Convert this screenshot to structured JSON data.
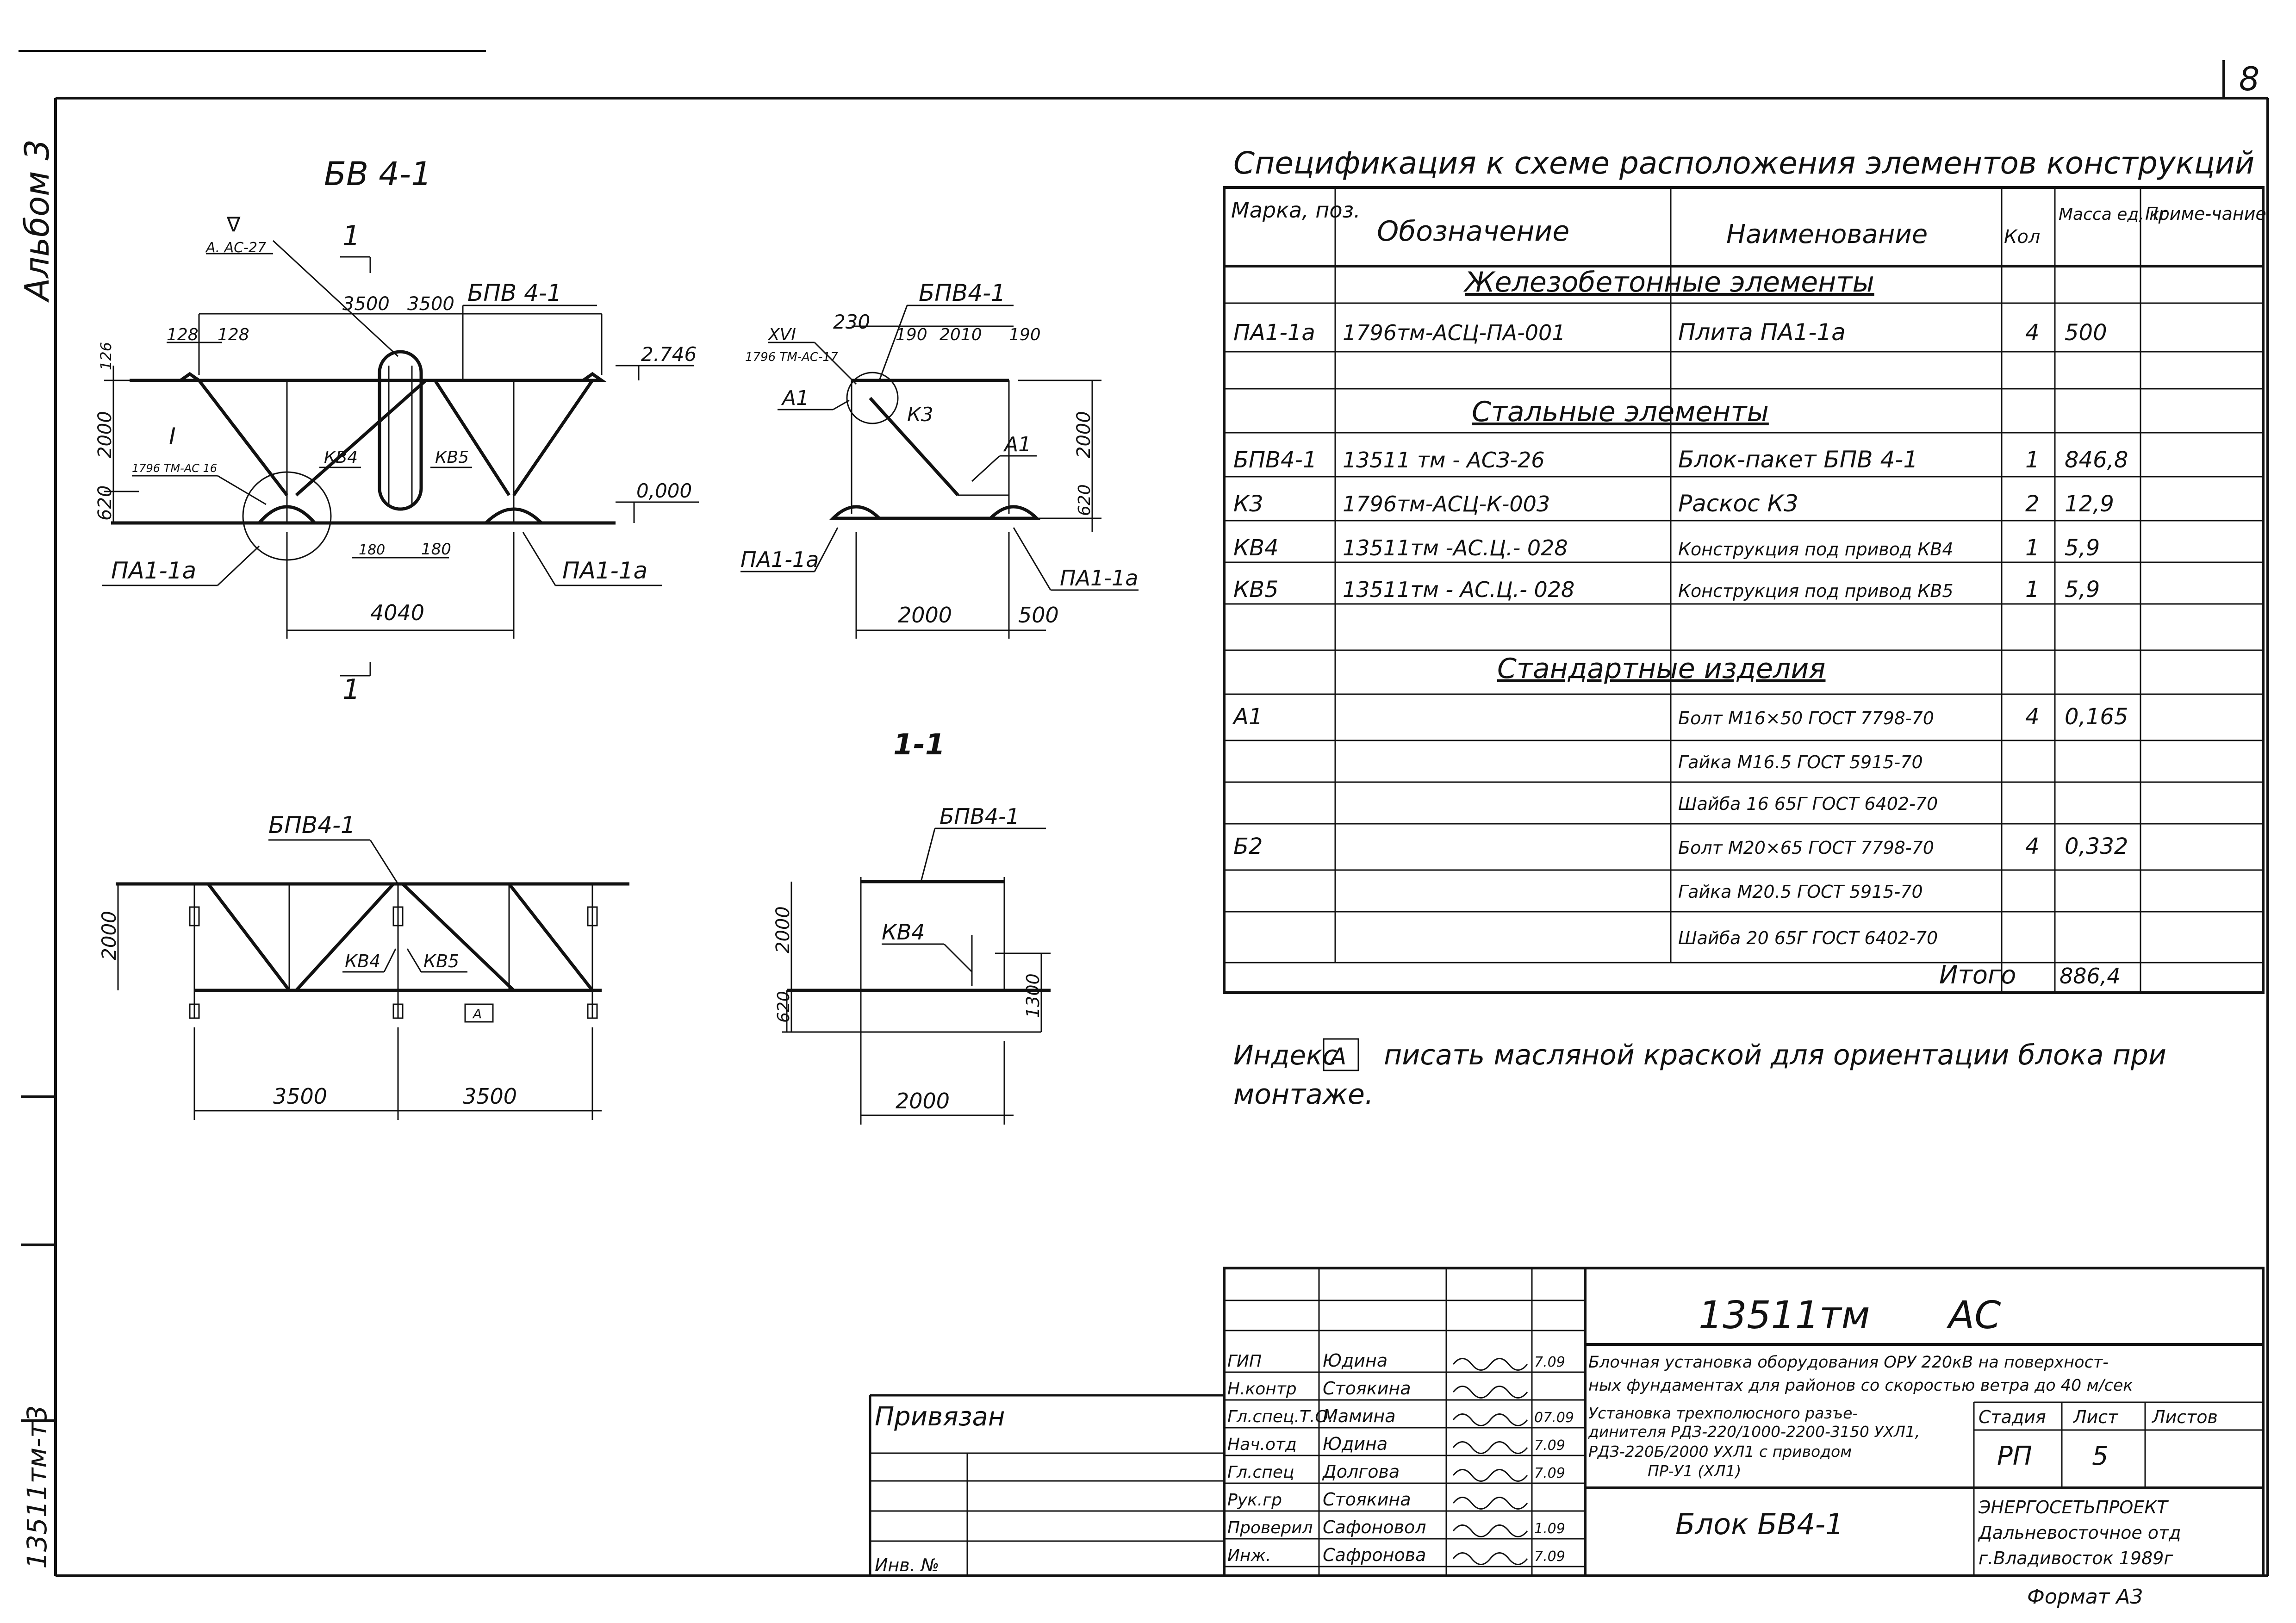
{
  "sheet": {
    "page_number": "8",
    "album": "Альбом 3",
    "code_side": "13511тм-т3",
    "inv_label": "Инв. №",
    "privyazan": "Привязан",
    "format": "Формат А3"
  },
  "left_drawing": {
    "title": "БВ 4-1",
    "section_mark": "1",
    "level_ref_mark": "∇",
    "level_ref_code": "А. АС-27",
    "dim_3500_a": "3500",
    "dim_3500_b": "3500",
    "label_bpv": "БПВ 4-1",
    "dim_128_a": "128",
    "dim_128_b": "128",
    "dim_126": "126",
    "dim_2000": "2000",
    "dim_620": "620",
    "level_2746": "2.746",
    "level_0000": "0,000",
    "label_kv4": "КВ4",
    "label_kv5": "КВ5",
    "ref_mark_I": "I",
    "ref_code_I": "1796 ТМ-АС 16",
    "dim_180_a": "180",
    "dim_180_b": "180",
    "label_pa_left": "ПА1-1а",
    "label_pa_right": "ПА1-1а",
    "dim_4040": "4040"
  },
  "middle_drawing": {
    "label_bpv": "БПВ4-1",
    "ref_mark": "XVI",
    "ref_code": "1796 ТМ-АС-17",
    "dim_230": "230",
    "dim_190_a": "190",
    "dim_2010": "2010",
    "dim_190_b": "190",
    "label_a1_left": "А1",
    "label_a1_right": "А1",
    "label_k3": "К3",
    "dim_2000_v": "2000",
    "dim_620_v": "620",
    "label_pa_left": "ПА1-1а",
    "label_pa_right": "ПА1-1а",
    "dim_2000_h": "2000",
    "dim_500": "500",
    "section_title": "1-1"
  },
  "bottom_left_drawing": {
    "label_bpv": "БПВ4-1",
    "label_kv4": "КВ4",
    "label_kv5": "КВ5",
    "index_mark": "А",
    "dim_2000": "2000",
    "dim_3500_a": "3500",
    "dim_3500_b": "3500"
  },
  "bottom_mid_drawing": {
    "label_bpv": "БПВ4-1",
    "label_kv4": "КВ4",
    "dim_2000": "2000",
    "dim_620": "620",
    "dim_1300": "1300",
    "dim_2000_h": "2000"
  },
  "spec": {
    "title": "Спецификация к схеме расположения элементов конструкций",
    "headers": [
      "Марка, поз.",
      "Обозначение",
      "Наименование",
      "Кол",
      "Масса ед, кг",
      "Приме-чание"
    ],
    "section_rc": "Железобетонные элементы",
    "section_steel": "Стальные элементы",
    "section_std": "Стандартные изделия",
    "rows_rc": [
      [
        "ПА1-1а",
        "1796тм-АСЦ-ПА-001",
        "Плита ПА1-1а",
        "4",
        "500",
        ""
      ]
    ],
    "rows_steel": [
      [
        "БПВ4-1",
        "13511 тм - АСЗ-26",
        "Блок-пакет БПВ 4-1",
        "1",
        "846,8",
        ""
      ],
      [
        "К3",
        "1796тм-АСЦ-К-003",
        "Раскос К3",
        "2",
        "12,9",
        ""
      ],
      [
        "КВ4",
        "13511тм -АС.Ц.- 028",
        "Конструкция под привод КВ4",
        "1",
        "5,9",
        ""
      ],
      [
        "КВ5",
        "13511тм - АС.Ц.- 028",
        "Конструкция под привод КВ5",
        "1",
        "5,9",
        ""
      ]
    ],
    "rows_std": [
      [
        "А1",
        "",
        "Болт М16×50 ГОСТ 7798-70",
        "4",
        "0,165",
        ""
      ],
      [
        "",
        "",
        "Гайка М16.5 ГОСТ 5915-70",
        "",
        "",
        ""
      ],
      [
        "",
        "",
        "Шайба 16 65Г ГОСТ 6402-70",
        "",
        "",
        ""
      ],
      [
        "Б2",
        "",
        "Болт М20×65 ГОСТ 7798-70",
        "4",
        "0,332",
        ""
      ],
      [
        "",
        "",
        "Гайка М20.5 ГОСТ 5915-70",
        "",
        "",
        ""
      ],
      [
        "",
        "",
        "Шайба 20 65Г ГОСТ 6402-70",
        "",
        "",
        ""
      ]
    ],
    "total_label": "Итого",
    "total_value": "886,4"
  },
  "note": {
    "prefix": "Индекс",
    "mark": "А",
    "line1": "писать масляной краской для ориентации блока при",
    "line2": "монтаже."
  },
  "stamp": {
    "code": "13511тм",
    "code_suffix": "АС",
    "desc1": "Блочная установка оборудования ОРУ 220кВ на поверхност-",
    "desc2": "ных фундаментах для районов со скоростью ветра до 40 м/сек",
    "desc3": "Установка трехполюсного разъе-",
    "desc4": "динителя РДЗ-220/1000-2200-3150 УХЛ1,",
    "desc5": "РДЗ-220Б/2000 УХЛ1 с приводом",
    "desc6": "ПР-У1 (ХЛ1)",
    "block_title": "Блок БВ4-1",
    "stage_label": "Стадия",
    "sheet_label": "Лист",
    "sheets_label": "Листов",
    "stage_value": "РП",
    "sheet_value": "5",
    "org1": "ЭНЕРГОСЕТЬПРОЕКТ",
    "org2": "Дальневосточное отд",
    "org3": "г.Владивосток 1989г",
    "people": [
      {
        "role": "ГИП",
        "name": "Юдина",
        "date": "7.09"
      },
      {
        "role": "Н.контр",
        "name": "Стоякина",
        "date": ""
      },
      {
        "role": "Гл.спец.Т.О.",
        "name": "Мамина",
        "date": "07.09"
      },
      {
        "role": "Нач.отд",
        "name": "Юдина",
        "date": "7.09"
      },
      {
        "role": "Гл.спец",
        "name": "Долгова",
        "date": "7.09"
      },
      {
        "role": "Рук.гр",
        "name": "Стоякина",
        "date": ""
      },
      {
        "role": "Проверил",
        "name": "Сафоновол",
        "date": "1.09"
      },
      {
        "role": "Инж.",
        "name": "Сафронова",
        "date": "7.09"
      }
    ]
  }
}
